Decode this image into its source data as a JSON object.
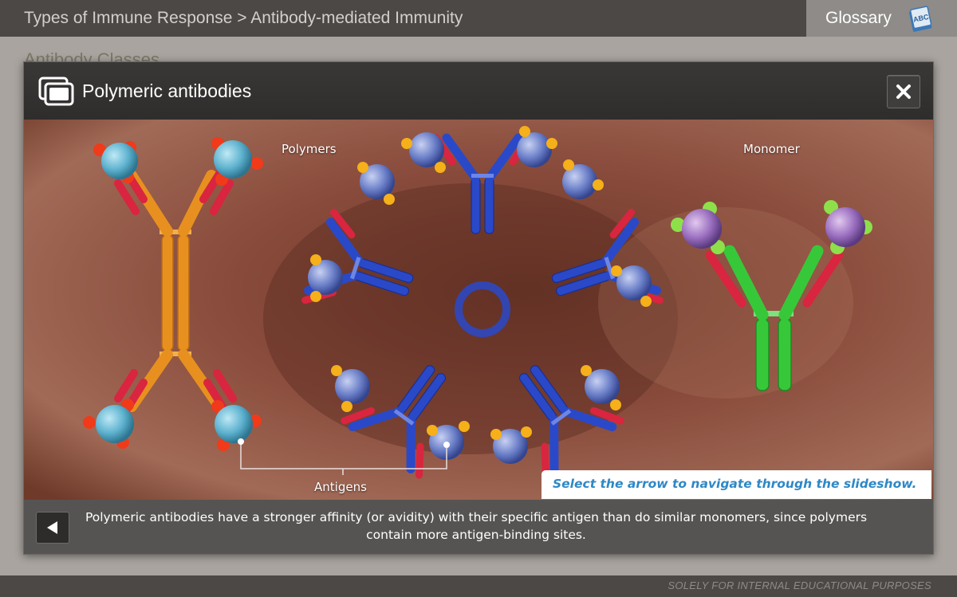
{
  "header": {
    "breadcrumb": "Types of Immune Response > Antibody-mediated Immunity",
    "glossary_label": "Glossary",
    "glossary_icon": "abc-book-icon",
    "background_title": "Antibody Classes"
  },
  "modal": {
    "title": "Polymeric antibodies",
    "title_icon": "slides-icon",
    "close_icon": "close-icon",
    "labels": {
      "polymers": "Polymers",
      "monomer": "Monomer",
      "antigens": "Antigens"
    },
    "hint": "Select the arrow to navigate through the slideshow.",
    "caption": "Polymeric antibodies have a stronger affinity (or avidity) with their specific antigen than do similar monomers, since polymers contain more antigen-binding sites.",
    "prev_icon": "left-arrow-icon"
  },
  "footer": {
    "text": "SOLELY FOR INTERNAL EDUCATIONAL PURPOSES"
  },
  "colors": {
    "orange_antibody": "#e8901f",
    "blue_antibody": "#2a49c9",
    "green_antibody": "#37c83a",
    "light_chain": "#d9253f",
    "hint_text": "#2e88c6"
  }
}
